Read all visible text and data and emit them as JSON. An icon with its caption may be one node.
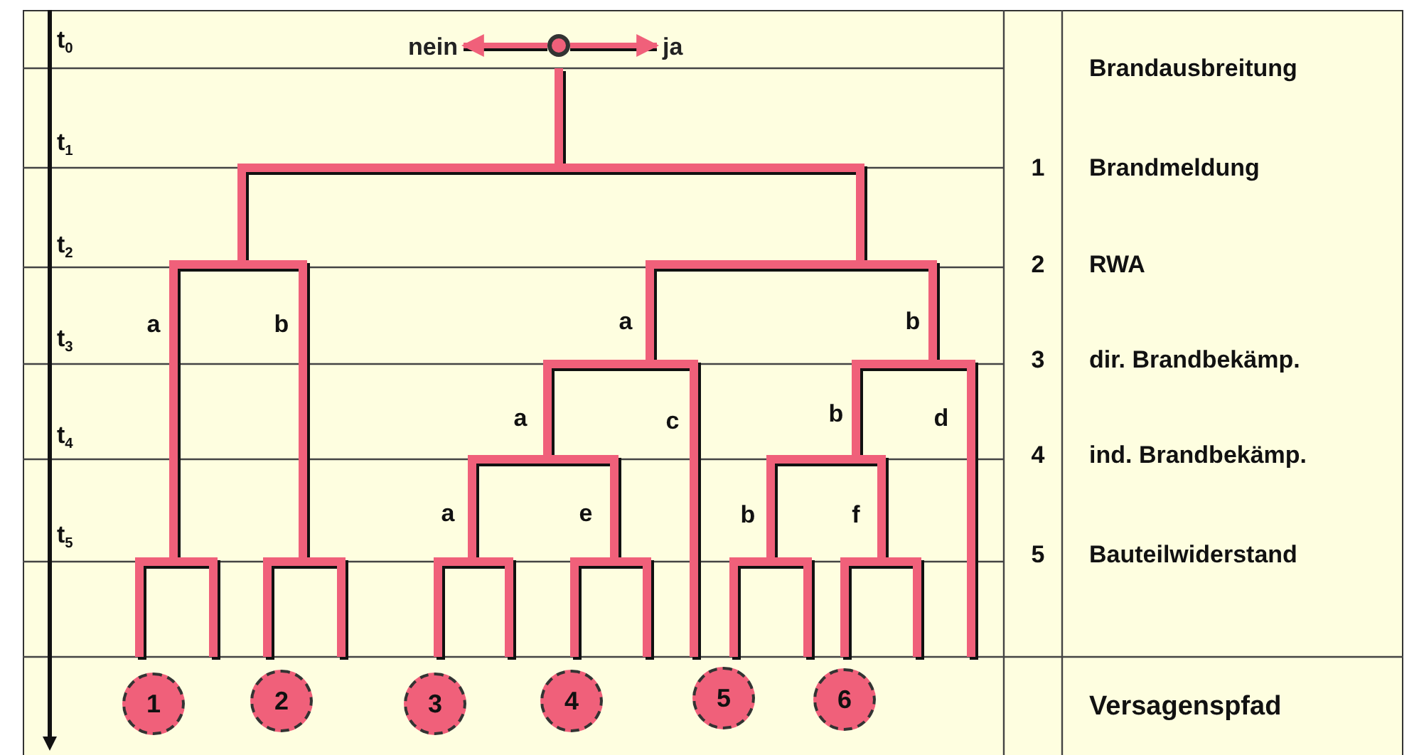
{
  "diagram": {
    "nodes": [
      {
        "text": [
          "nein"
        ]
      },
      {
        "text": [],
        "shape": "circle"
      },
      {
        "text": [
          "ja"
        ]
      },
      {
        "text": [
          "1"
        ]
      },
      {
        "text": [
          "2"
        ]
      },
      {
        "text": [
          "3"
        ]
      },
      {
        "text": [
          "4"
        ]
      },
      {
        "text": [
          "5"
        ]
      },
      {
        "text": [
          "6"
        ]
      }
    ],
    "edges": [
      {
        "from": 1,
        "to": 0,
        "arrow": "to"
      },
      {
        "from": 1,
        "to": 2,
        "arrow": "to"
      }
    ],
    "labels": [
      "t$_{0}$",
      "Brandausbreitung",
      "t$_{1}$",
      "1",
      "Brandmeldung",
      "t$_{2}$",
      "2",
      "RWA",
      "a",
      "b",
      "a",
      "b",
      "t$_{3}$",
      "3",
      "dir. Brandbekämp.",
      "a",
      "c",
      "b",
      "d",
      "t$_{4}$",
      "4",
      "ind. Brandbekämp.",
      "a",
      "e",
      "b",
      "f",
      "t$_{5}$",
      "5",
      "Bauteilwiderstand",
      "Versagenspfad"
    ]
  }
}
